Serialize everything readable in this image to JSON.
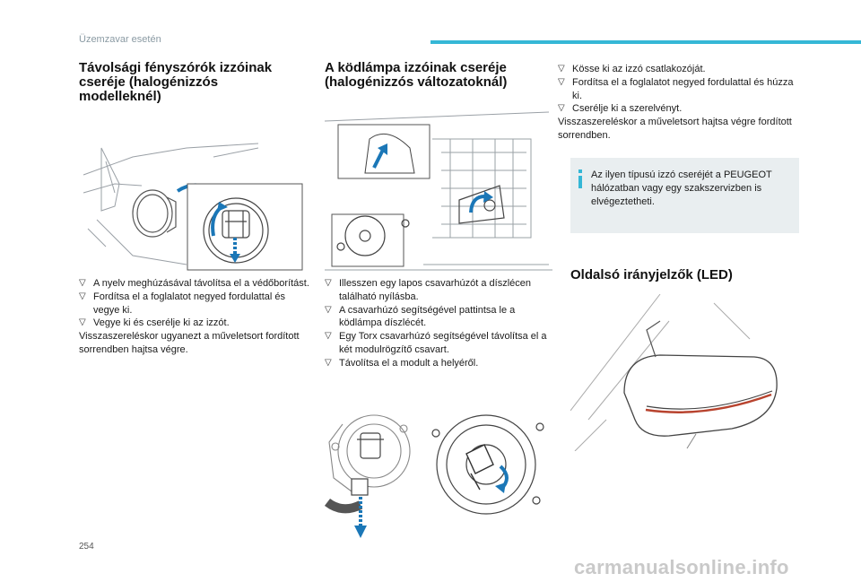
{
  "header": {
    "section_label": "Üzemzavar esetén",
    "accent_color": "#35b7d6"
  },
  "col1": {
    "title": "Távolsági fényszórók izzóinak cseréje (halogénizzós modelleknél)",
    "steps": [
      "A nyelv meghúzásával távolítsa el a védőborítást.",
      "Fordítsa el a foglalatot negyed fordulattal és vegye ki.",
      "Vegye ki és cserélje ki az izzót."
    ],
    "note": "Visszaszereléskor ugyanezt a műveletsort fordított sorrendben hajtsa végre."
  },
  "col2": {
    "title": "A ködlámpa izzóinak cseréje (halogénizzós változatoknál)",
    "steps": [
      "Illesszen egy lapos csavarhúzót a díszlécen található nyílásba.",
      "A csavarhúzó segítségével pattintsa le a ködlámpa díszlécét.",
      "Egy Torx csavarhúzó segítségével távolítsa el a két modulrögzítő csavart.",
      "Távolítsa el a modult a helyéről."
    ]
  },
  "col3": {
    "steps": [
      "Kösse ki az izzó csatlakozóját.",
      "Fordítsa el a foglalatot negyed fordulattal és húzza ki.",
      "Cserélje ki a szerelvényt."
    ],
    "note": "Visszaszereléskor a műveletsort hajtsa végre fordított sorrendben.",
    "info": "Az ilyen típusú izzó cseréjét a PEUGEOT hálózatban vagy egy szakszervizben is elvégeztetheti.",
    "title2": "Oldalsó irányjelzők (LED)"
  },
  "footer": {
    "page_number": "254",
    "watermark": "carmanualsonline.info"
  },
  "icons": {
    "bullet": "triangle-bullet-icon",
    "info": "info-icon"
  }
}
